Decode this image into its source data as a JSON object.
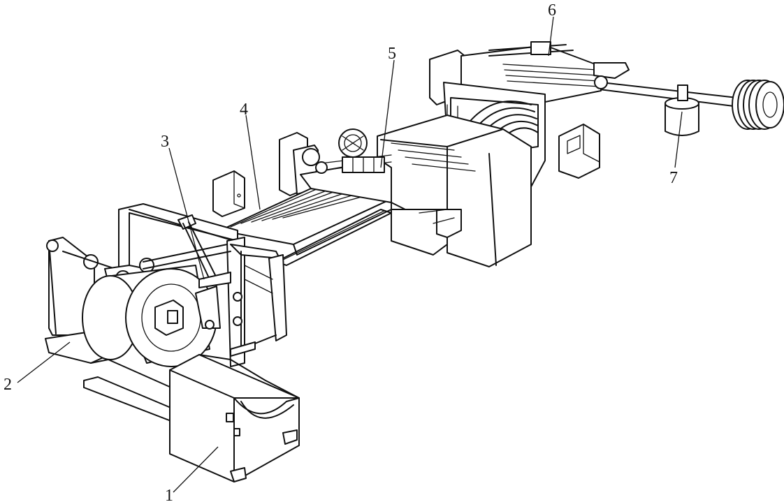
{
  "labels": [
    {
      "id": "1",
      "text": "1"
    },
    {
      "id": "2",
      "text": "2"
    },
    {
      "id": "3",
      "text": "3"
    },
    {
      "id": "4",
      "text": "4"
    },
    {
      "id": "5",
      "text": "5"
    },
    {
      "id": "6",
      "text": "6"
    },
    {
      "id": "7",
      "text": "7"
    }
  ],
  "colors": {
    "line": "#111111",
    "background": "#ffffff"
  }
}
